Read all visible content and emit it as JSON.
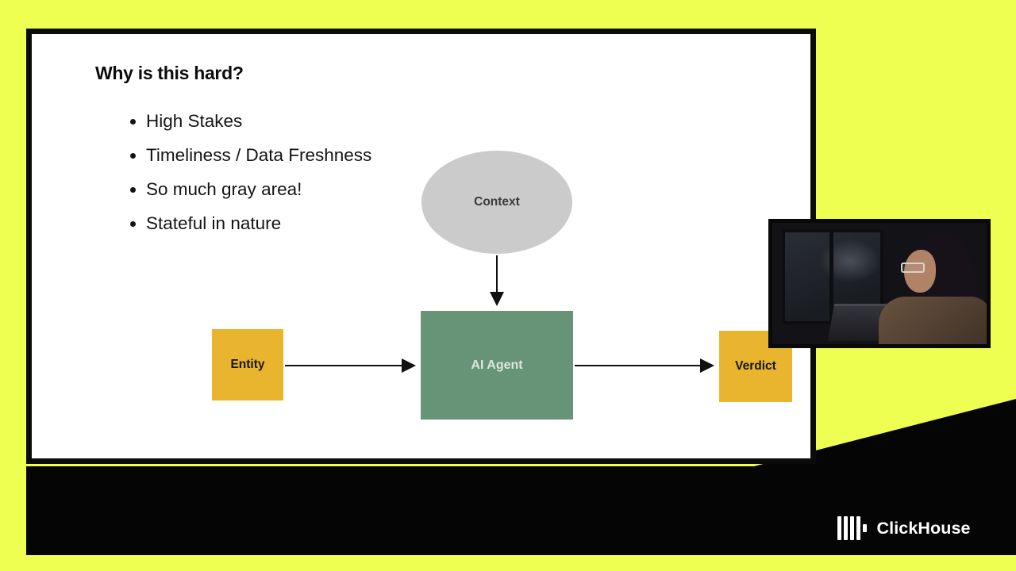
{
  "slide": {
    "title": "Why is this hard?",
    "bullets": [
      "High Stakes",
      "Timeliness / Data Freshness",
      "So much gray area!",
      "Stateful in nature"
    ],
    "diagram": {
      "nodes": {
        "context": "Context",
        "entity": "Entity",
        "agent": "AI Agent",
        "verdict": "Verdict"
      },
      "flow": [
        "Entity -> AI Agent",
        "Context -> AI Agent",
        "AI Agent -> Verdict"
      ]
    }
  },
  "branding": {
    "logo_text": "ClickHouse"
  },
  "colors": {
    "page_background": "#EFFF51",
    "slide_background": "#FFFFFF",
    "frame_black": "#0B0B0B",
    "node_yellow": "#E9B52E",
    "node_green": "#679377",
    "node_gray": "#CBCBCB",
    "logo_white": "#FFFFFF"
  }
}
